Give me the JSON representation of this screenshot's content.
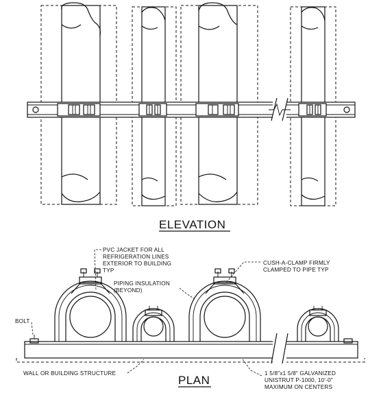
{
  "titles": {
    "elevation": "ELEVATION",
    "plan": "PLAN"
  },
  "notes": {
    "pvc_jacket": [
      "PVC JACKET FOR ALL",
      "REFRIGERATION LINES",
      "EXTERIOR TO BUILDING",
      "TYP"
    ],
    "cush_clamp": [
      "CUSH-A-CLAMP FIRMLY",
      "CLAMPED TO PIPE TYP"
    ],
    "insulation": [
      "PIPING INSULATION",
      "(BEYOND)"
    ],
    "bolt": [
      "BOLT"
    ],
    "wall": [
      "WALL OR BUILDING STRUCTURE"
    ],
    "unistrut": [
      "1 5/8\"x1 5/8\" GALVANIZED",
      "UNISTRUT P-1000, 10'-0\"",
      "MAXIMUM ON CENTERS"
    ]
  }
}
